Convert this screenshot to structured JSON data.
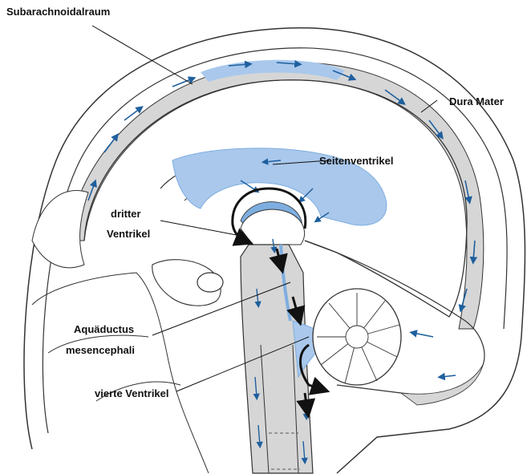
{
  "labels": {
    "subarachnoid": "Subarachnoidalraum",
    "dura": "Dura Mater",
    "lateral_ventricle": "Seitenventrikel",
    "third_ventricle_line1": "dritter",
    "third_ventricle_line2": "Ventrikel",
    "aqueduct_line1": "Aquäductus",
    "aqueduct_line2": "mesencephali",
    "fourth_ventricle": "vierte Ventrikel"
  },
  "colors": {
    "csf_blue": "#a9c8ec",
    "csf_blue_dark": "#7eaee0",
    "flow_arrow": "#1f5f9e",
    "tissue_gray": "#d6d6d6",
    "outline": "#333333",
    "flow_path_black": "#111111"
  }
}
